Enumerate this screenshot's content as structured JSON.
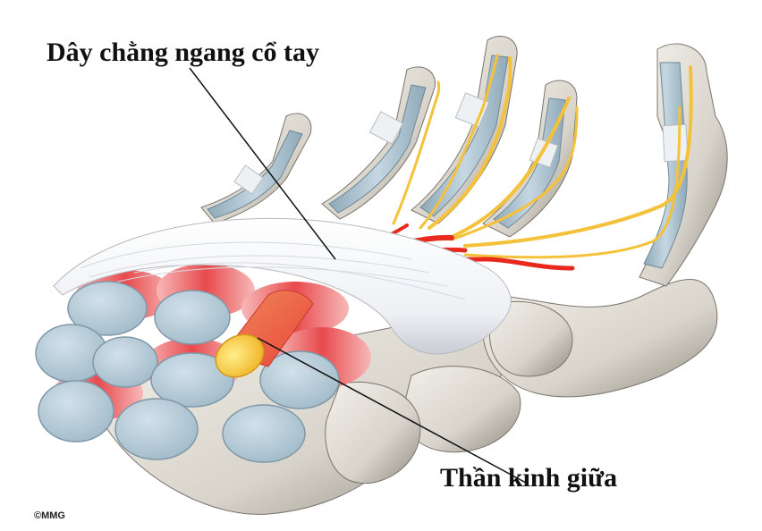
{
  "labels": {
    "ligament": "Dây chằng ngang cổ tay",
    "nerve": "Thần kinh giữa"
  },
  "credit": "©MMG",
  "colors": {
    "bone": "#e4e1da",
    "bone_shadow": "#8f8a80",
    "tendon": "#a9bfcc",
    "tendon_face": "#bcd2de",
    "ligament": "#f6f7f9",
    "muscle_red": "#e8474a",
    "nerve_yellow": "#f4c23a",
    "nerve_red": "#e82a1e"
  }
}
